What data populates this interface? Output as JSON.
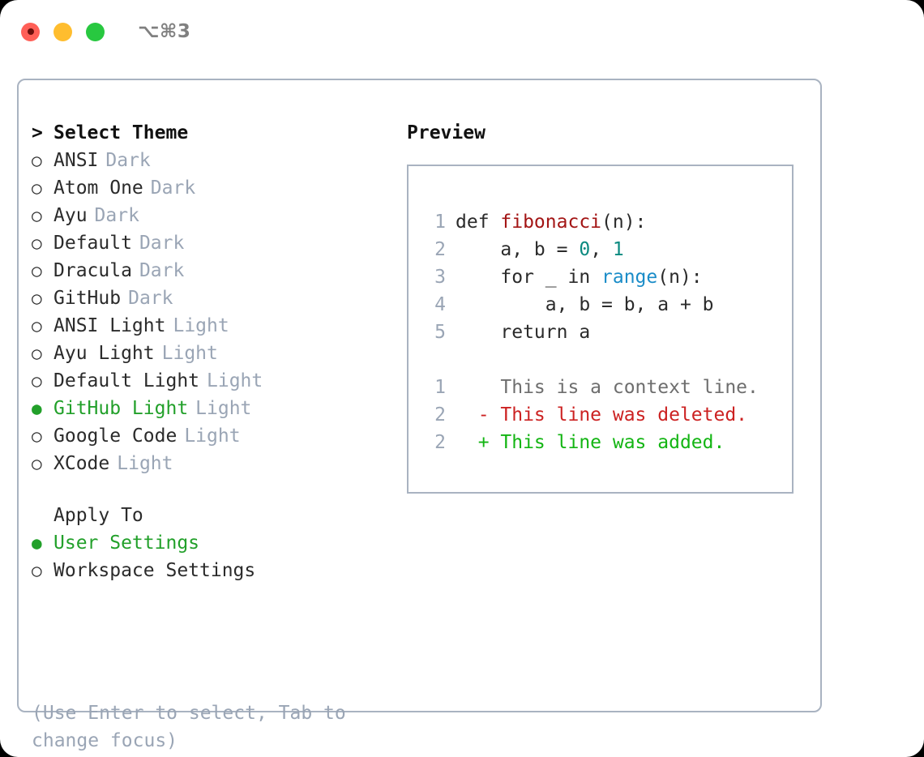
{
  "window": {
    "shortcut": "⌥⌘3",
    "traffic_lights": [
      {
        "name": "close-button",
        "color": "#ff5f57",
        "recording": true
      },
      {
        "name": "minimize-button",
        "color": "#ffbd2e",
        "recording": false
      },
      {
        "name": "maximize-button",
        "color": "#28c840",
        "recording": false
      }
    ]
  },
  "theme_picker": {
    "heading": "Select Theme",
    "heading_marker": ">",
    "marker_unselected": "○",
    "marker_selected": "●",
    "items": [
      {
        "label": "ANSI",
        "tag": "Dark",
        "selected": false
      },
      {
        "label": "Atom One",
        "tag": "Dark",
        "selected": false
      },
      {
        "label": "Ayu",
        "tag": "Dark",
        "selected": false
      },
      {
        "label": "Default",
        "tag": "Dark",
        "selected": false
      },
      {
        "label": "Dracula",
        "tag": "Dark",
        "selected": false
      },
      {
        "label": "GitHub",
        "tag": "Dark",
        "selected": false
      },
      {
        "label": "ANSI Light",
        "tag": "Light",
        "selected": false
      },
      {
        "label": "Ayu Light",
        "tag": "Light",
        "selected": false
      },
      {
        "label": "Default Light",
        "tag": "Light",
        "selected": false
      },
      {
        "label": "GitHub Light",
        "tag": "Light",
        "selected": true
      },
      {
        "label": "Google Code",
        "tag": "Light",
        "selected": false
      },
      {
        "label": "XCode",
        "tag": "Light",
        "selected": false
      }
    ]
  },
  "apply_to": {
    "heading": "Apply To",
    "options": [
      {
        "label": "User Settings",
        "selected": true
      },
      {
        "label": "Workspace Settings",
        "selected": false
      }
    ]
  },
  "hint": "(Use Enter to select, Tab to change focus)",
  "preview": {
    "title": "Preview",
    "code": [
      {
        "num": "1",
        "indent": "",
        "parts": [
          {
            "text": "def ",
            "kind": "plain"
          },
          {
            "text": "fibonacci",
            "kind": "fn"
          },
          {
            "text": "(n):",
            "kind": "plain"
          }
        ]
      },
      {
        "num": "2",
        "indent": "    ",
        "parts": [
          {
            "text": "a, b = ",
            "kind": "plain"
          },
          {
            "text": "0",
            "kind": "num"
          },
          {
            "text": ", ",
            "kind": "plain"
          },
          {
            "text": "1",
            "kind": "num"
          }
        ]
      },
      {
        "num": "3",
        "indent": "    ",
        "parts": [
          {
            "text": "for _ in ",
            "kind": "plain"
          },
          {
            "text": "range",
            "kind": "kw"
          },
          {
            "text": "(n):",
            "kind": "plain"
          }
        ]
      },
      {
        "num": "4",
        "indent": "        ",
        "parts": [
          {
            "text": "a, b = b, a + b",
            "kind": "plain"
          }
        ]
      },
      {
        "num": "5",
        "indent": "    ",
        "parts": [
          {
            "text": "return a",
            "kind": "plain"
          }
        ]
      }
    ],
    "diff": [
      {
        "num": "1",
        "sign": " ",
        "text": "This is a context line.",
        "kind": "ctx"
      },
      {
        "num": "2",
        "sign": "-",
        "text": "This line was deleted.",
        "kind": "del"
      },
      {
        "num": "2",
        "sign": "+",
        "text": "This line was added.",
        "kind": "add"
      }
    ]
  },
  "colors": {
    "accent_green": "#22a02a",
    "muted": "#9aa5b5",
    "border": "#a9b3c1",
    "fn": "#a31515",
    "num": "#0b8a80",
    "kw": "#1a8cc8",
    "diff_add": "#13b513",
    "diff_del": "#cc2222"
  }
}
